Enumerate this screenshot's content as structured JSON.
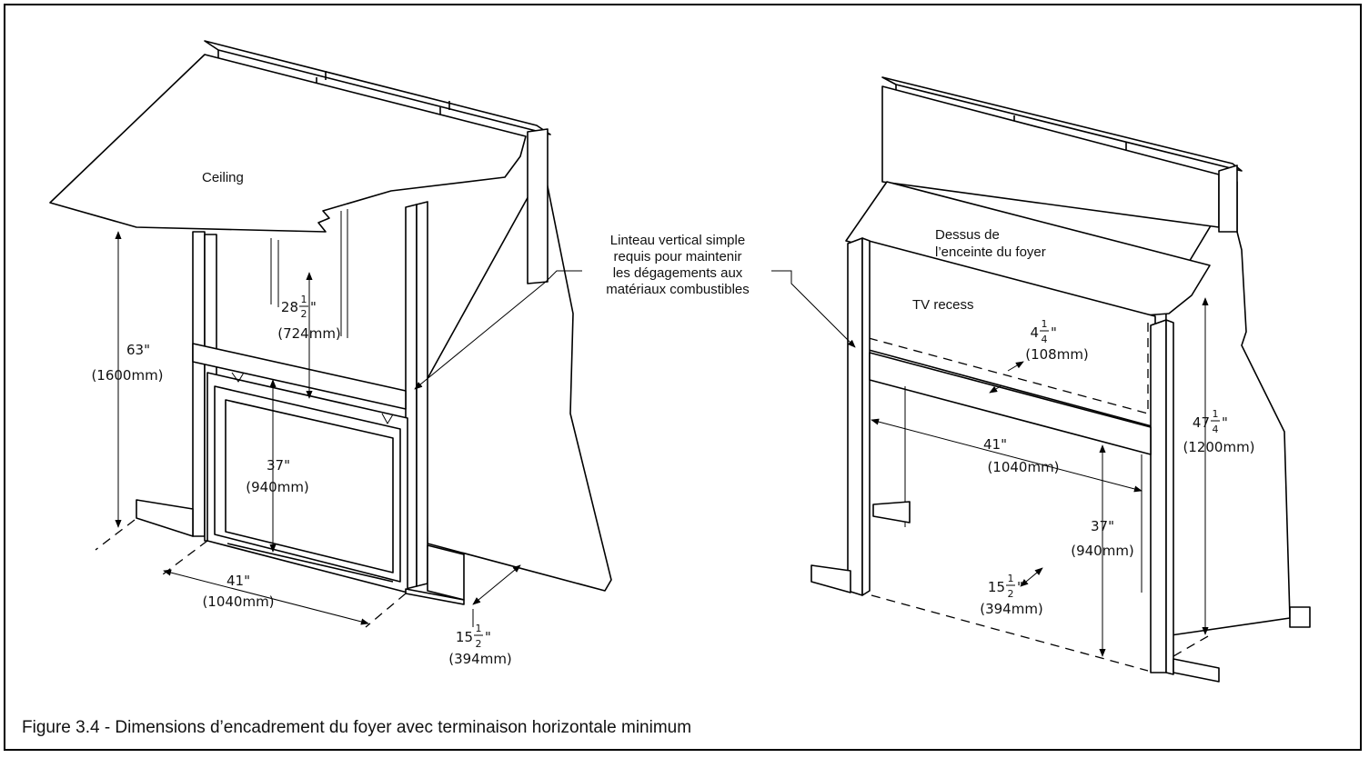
{
  "caption": "Figure 3.4 - Dimensions d’encadrement du foyer avec terminaison horizontale minimum",
  "left": {
    "ceiling_label": "Ceiling",
    "dim_63": {
      "whole": "63\"",
      "mm": "(1600mm)"
    },
    "dim_28": {
      "whole": "28",
      "num": "1",
      "den": "2",
      "unit": "\"",
      "mm": "(724mm)"
    },
    "dim_37": {
      "whole": "37\"",
      "mm": "(940mm)"
    },
    "dim_41": {
      "whole": "41\"",
      "mm": "(1040mm)"
    },
    "dim_15": {
      "whole": "15",
      "num": "1",
      "den": "2",
      "unit": "\"",
      "mm": "(394mm)"
    }
  },
  "callout": {
    "lines": [
      "Linteau vertical simple",
      "requis pour maintenir",
      "les dégagements aux",
      "matériaux combustibles"
    ]
  },
  "right": {
    "top_label": [
      "Dessus de",
      "l’enceinte du foyer"
    ],
    "tv_label": "TV recess",
    "dim_4": {
      "whole": "4",
      "num": "1",
      "den": "4",
      "unit": "\"",
      "mm": "(108mm)"
    },
    "dim_47": {
      "whole": "47",
      "num": "1",
      "den": "4",
      "unit": "\"",
      "mm": "(1200mm)"
    },
    "dim_41": {
      "whole": "41\"",
      "mm": "(1040mm)"
    },
    "dim_37": {
      "whole": "37\"",
      "mm": "(940mm)"
    },
    "dim_15": {
      "whole": "15",
      "num": "1",
      "den": "2",
      "unit": "\"",
      "mm": "(394mm)"
    }
  }
}
